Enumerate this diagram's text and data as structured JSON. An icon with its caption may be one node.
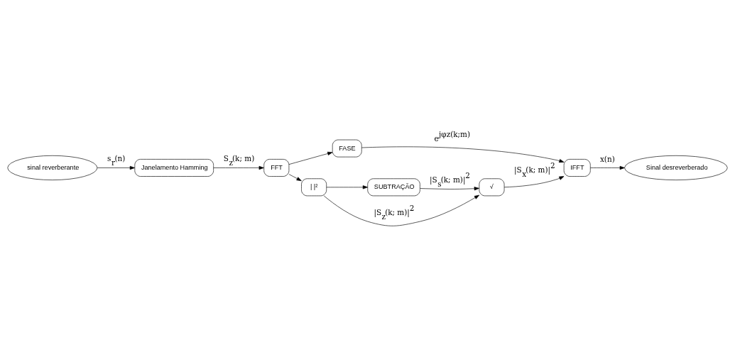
{
  "diagram": {
    "nodes": [
      {
        "text": [
          "sinal reverberante"
        ]
      },
      {
        "text": [
          "Janelamento Hamming"
        ]
      },
      {
        "text": [
          "FFT"
        ]
      },
      {
        "text": [
          "FASE"
        ]
      },
      {
        "text": [
          "| |²"
        ]
      },
      {
        "text": [
          "SUBTRAÇÃO"
        ]
      },
      {
        "text": [
          "√"
        ]
      },
      {
        "text": [
          "IFFT"
        ]
      },
      {
        "text": [
          "Sinal desreverberado"
        ]
      }
    ],
    "edges": [
      {
        "from": 0,
        "to": 1,
        "arrow": "to",
        "label": "s$_{r}$(n)"
      },
      {
        "from": 1,
        "to": 2,
        "arrow": "to",
        "label": "S$_{z}$(k; m)"
      },
      {
        "from": 2,
        "to": 3,
        "arrow": "to"
      },
      {
        "from": 2,
        "to": 4,
        "arrow": "to"
      },
      {
        "from": 3,
        "to": 7,
        "arrow": "to",
        "label": "e$^{jφz(k;m)}$"
      },
      {
        "from": 4,
        "to": 5,
        "arrow": "to"
      },
      {
        "from": 4,
        "to": 6,
        "arrow": "to",
        "label": "|S$_{z}$(k; m)|$^{2}$"
      },
      {
        "from": 5,
        "to": 6,
        "arrow": "to",
        "label": "|S$_{s}$(k; m)|$^{2}$"
      },
      {
        "from": 6,
        "to": 7,
        "arrow": "to",
        "label": "|S$_{x}$(k; m)|$^{2}$"
      },
      {
        "from": 7,
        "to": 8,
        "arrow": "to",
        "label": "x(n)"
      }
    ]
  }
}
